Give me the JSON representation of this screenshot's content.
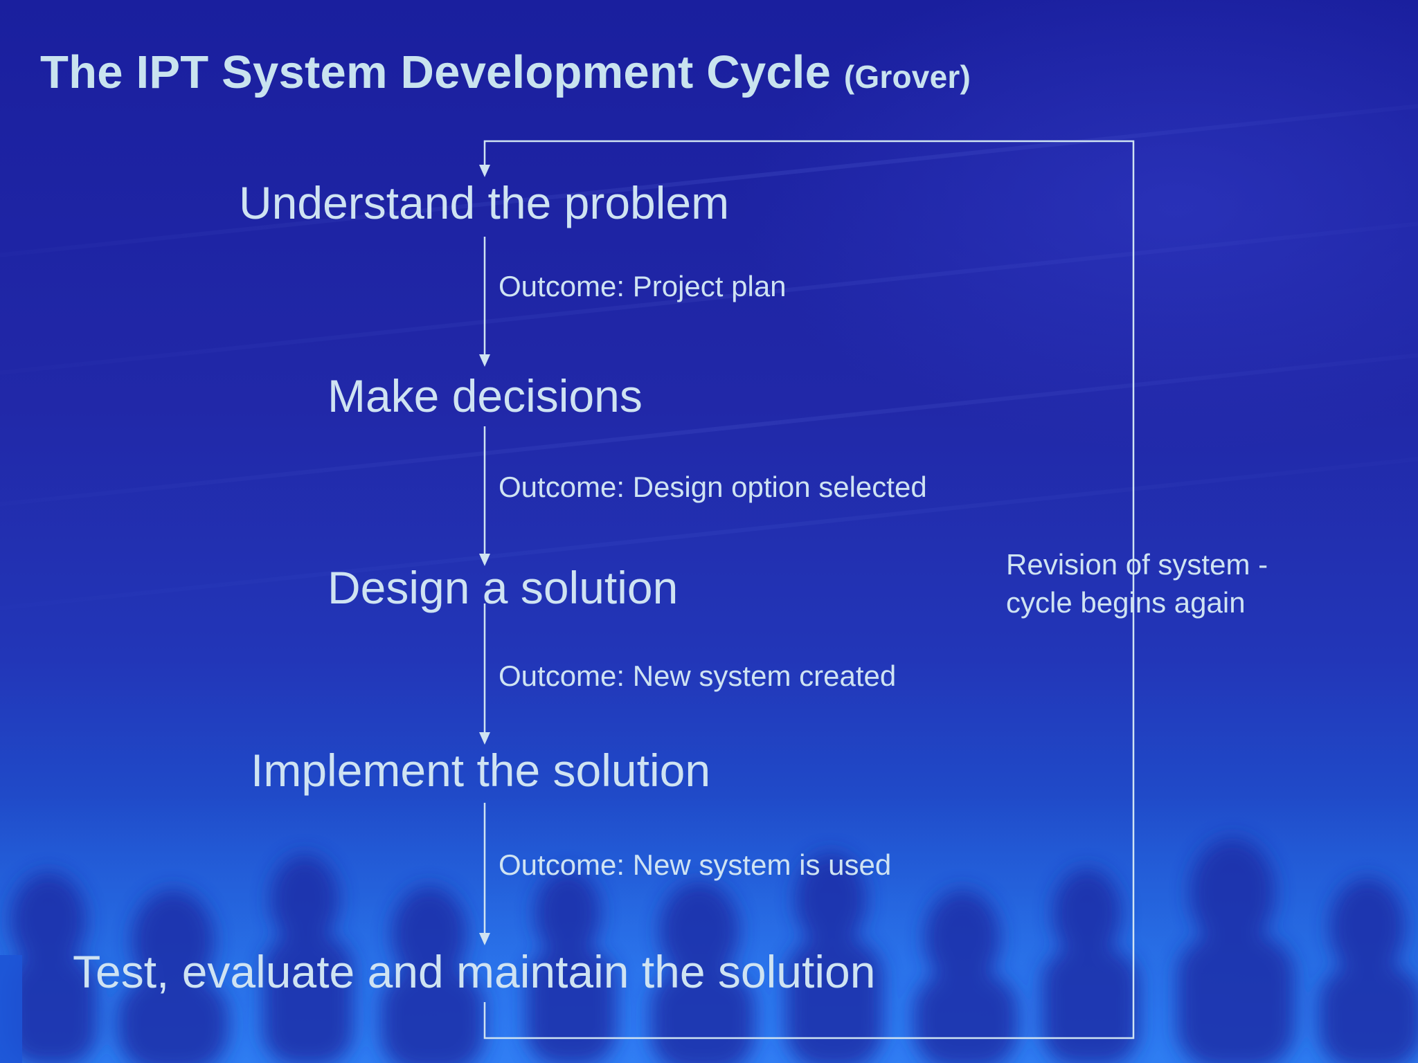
{
  "slide": {
    "title": "The IPT System Development Cycle",
    "title_note": "(Grover)"
  },
  "stages": [
    {
      "label": "Understand the problem"
    },
    {
      "label": "Make decisions"
    },
    {
      "label": "Design a solution"
    },
    {
      "label": "Implement the solution"
    },
    {
      "label": "Test, evaluate and maintain the solution"
    }
  ],
  "outcomes": [
    {
      "label": "Outcome: Project plan"
    },
    {
      "label": "Outcome: Design option selected"
    },
    {
      "label": "Outcome: New system created"
    },
    {
      "label": "Outcome: New system is used"
    }
  ],
  "feedback_loop": {
    "line1": "Revision of system -",
    "line2": "cycle begins again"
  },
  "colors": {
    "text": "#cfe3f2",
    "line": "#cfe3f2",
    "background_top": "#1a1f9e",
    "background_bottom": "#1d6ae0"
  }
}
